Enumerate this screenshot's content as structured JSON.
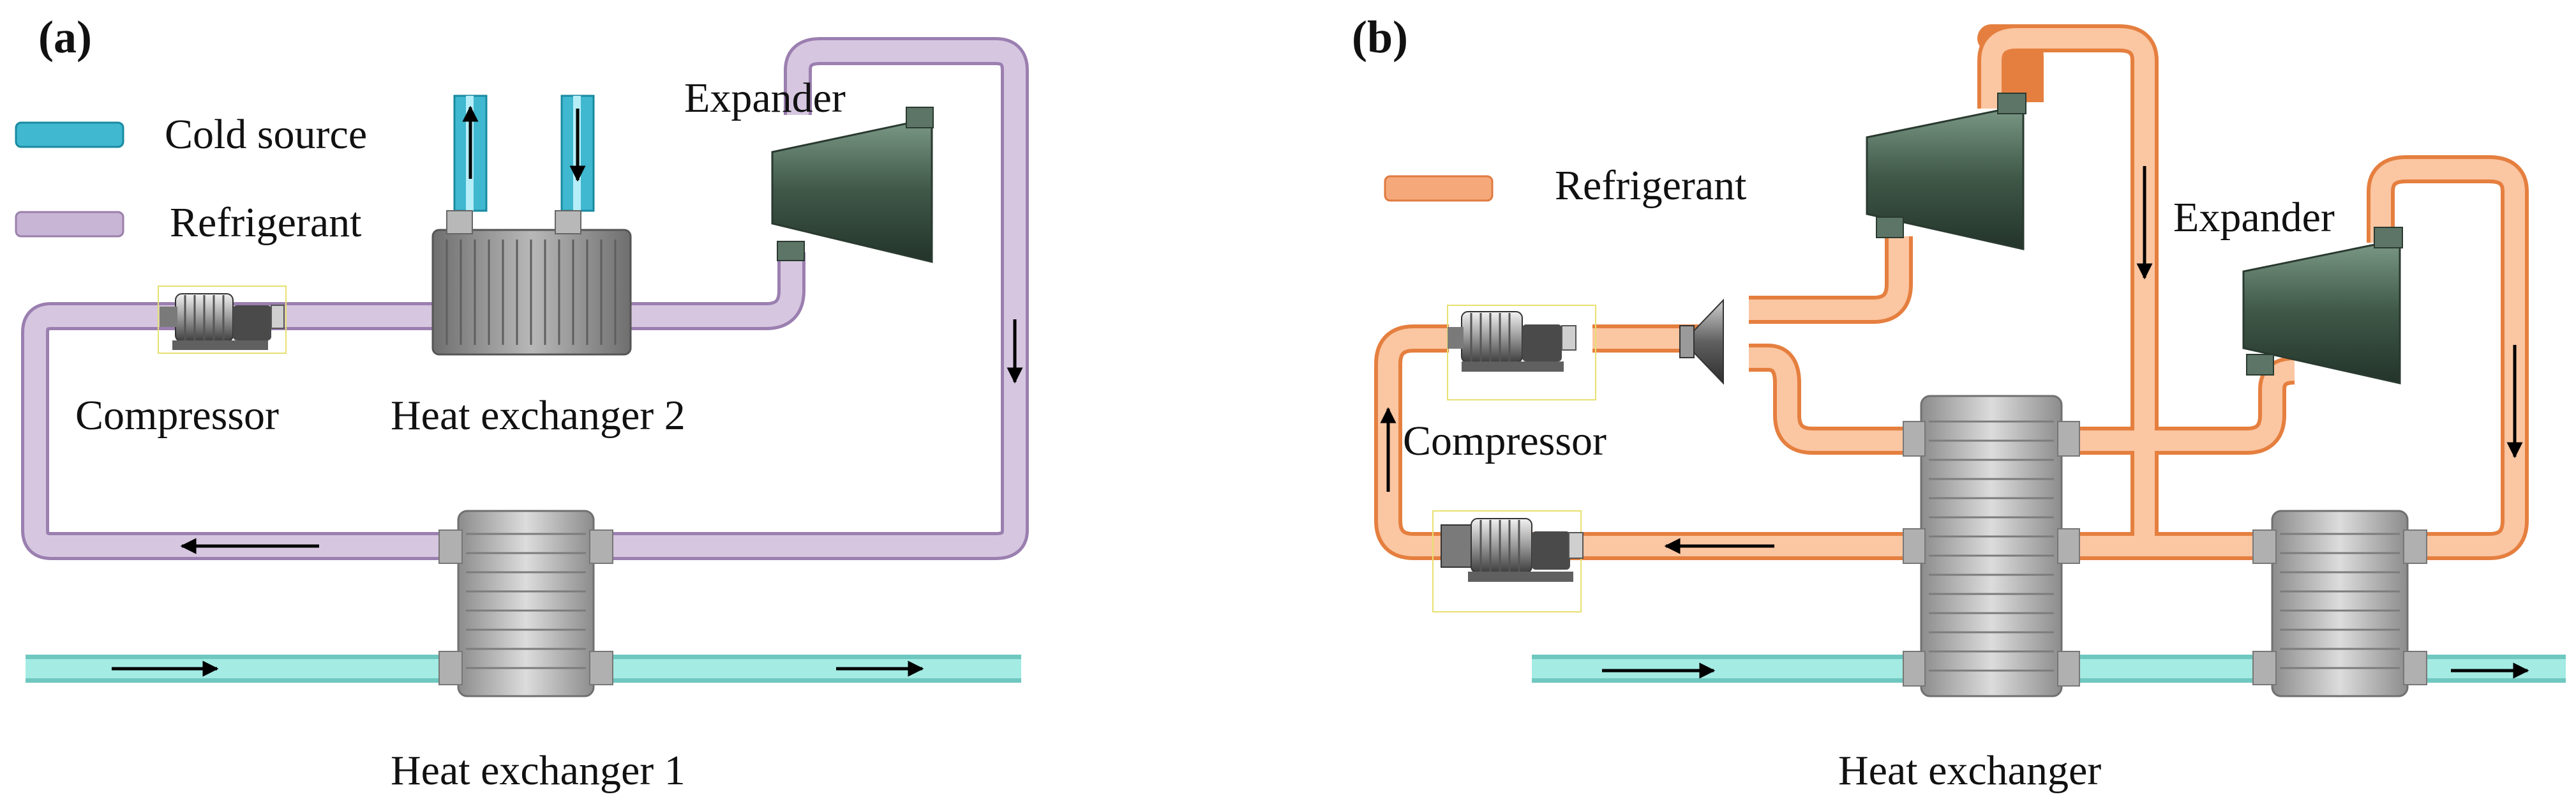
{
  "panel_a": {
    "tag": "(a)",
    "legend": [
      {
        "label": "Cold source",
        "color": "#3fb8d0"
      },
      {
        "label": "Refrigerant",
        "color": "#c8b4d4"
      }
    ],
    "labels": {
      "expander": "Expander",
      "compressor": "Compressor",
      "hx2": "Heat exchanger 2",
      "hx1": "Heat exchanger 1"
    }
  },
  "panel_b": {
    "tag": "(b)",
    "legend": [
      {
        "label": "Refrigerant",
        "color": "#f5a97a"
      }
    ],
    "labels": {
      "expander": "Expander",
      "compressor": "Compressor",
      "hx": "Heat exchanger"
    }
  },
  "colors": {
    "cold_source": "#3fb8d0",
    "refrigerant_a": "#c8b4d4",
    "refrigerant_b": "#f5a97a",
    "water": "#8fe0d8",
    "expander_body": "#4f6a58"
  }
}
